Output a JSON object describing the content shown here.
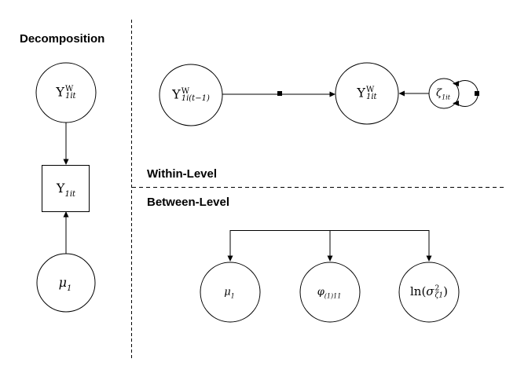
{
  "titles": {
    "decomposition": "Decomposition",
    "within": "Within-Level",
    "between": "Between-Level"
  },
  "nodes": {
    "decomp_y_within": {
      "shape": "circle",
      "base": "Y",
      "sup": "W",
      "sub": "1it"
    },
    "decomp_y_obs": {
      "shape": "square",
      "base": "Y",
      "sub": "1it"
    },
    "decomp_mu": {
      "shape": "circle",
      "base": "μ",
      "sub": "1"
    },
    "within_y_lag": {
      "shape": "circle",
      "base": "Y",
      "sup": "W",
      "sub": "1i(t−1)"
    },
    "within_y": {
      "shape": "circle",
      "base": "Y",
      "sup": "W",
      "sub": "1it"
    },
    "within_zeta": {
      "shape": "circle",
      "base": "ζ",
      "sub": "1it"
    },
    "between_mu": {
      "shape": "circle",
      "base": "μ",
      "sub": "1"
    },
    "between_phi": {
      "shape": "circle",
      "base": "φ",
      "sub": "(1)11"
    },
    "between_ln_sigma": {
      "shape": "circle",
      "pre": "ln(",
      "base": "σ",
      "sup": "2",
      "sub": "ζ1",
      "post": ")"
    }
  },
  "edges": [
    {
      "from": "decomp_y_within",
      "to": "decomp_y_obs",
      "type": "single-headed-arrow"
    },
    {
      "from": "decomp_mu",
      "to": "decomp_y_obs",
      "type": "single-headed-arrow"
    },
    {
      "from": "within_y_lag",
      "to": "within_y",
      "type": "single-headed-arrow",
      "random_effect_dot": true
    },
    {
      "from": "within_zeta",
      "to": "within_y",
      "type": "single-headed-arrow"
    },
    {
      "from": "within_zeta",
      "to": "within_zeta",
      "type": "variance-loop",
      "random_effect_dot": true
    },
    {
      "type": "fanout-arrows",
      "targets": [
        "between_mu",
        "between_phi",
        "between_ln_sigma"
      ]
    }
  ],
  "colors": {
    "stroke": "#000000",
    "background": "#ffffff"
  }
}
